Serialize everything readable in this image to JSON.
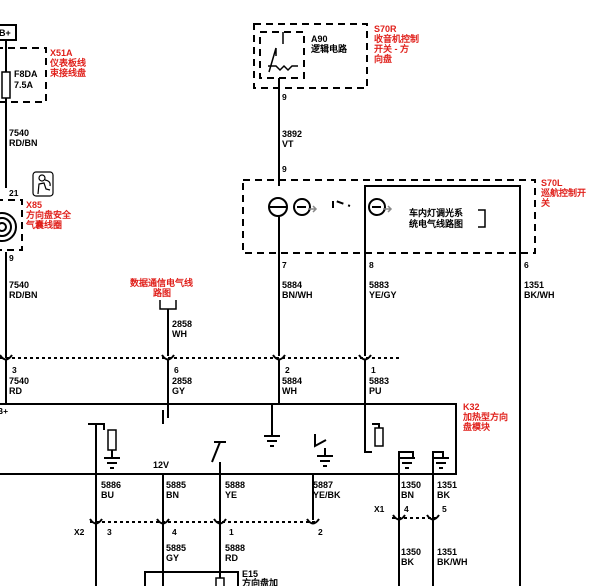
{
  "components": {
    "a90": {
      "id": "A90",
      "name": "逻辑电路"
    },
    "s70r": {
      "code": "S70R",
      "line1": "收音机控制",
      "line2": "开关 - 方",
      "line3": "向盘"
    },
    "x51a": {
      "code": "X51A",
      "line1": "仪表板线",
      "line2": "束接线盘"
    },
    "fuse": {
      "name": "F8DA",
      "rating": "7.5A"
    },
    "x85": {
      "code": "X85",
      "line1": "方向盘安全",
      "line2": "气囊线圈"
    },
    "s70l": {
      "code": "S70L",
      "line1": "巡航控制开",
      "line2": "关"
    },
    "dimmer": {
      "line1": "车内灯调光系",
      "line2": "统电气线路图"
    },
    "data_comm": {
      "line1": "数据通信电气线",
      "line2": "路图"
    },
    "k32": {
      "code": "K32",
      "line1": "加热型方向",
      "line2": "盘模块"
    },
    "e15": {
      "code": "E15",
      "line1": "方向盘加"
    }
  },
  "labels": {
    "b_plus_top": "B+",
    "b_plus_mid": "B+",
    "v12": "12V",
    "x1": "X1",
    "x2": "X2"
  },
  "pins": {
    "p9_a90": "9",
    "p9_s70l": "9",
    "p21": "21",
    "p9_x85": "9",
    "p7": "7",
    "p8": "8",
    "p6_s70l": "6",
    "p3": "3",
    "p6": "6",
    "p2": "2",
    "p1": "1",
    "x2_3": "3",
    "x2_4": "4",
    "x2_1": "1",
    "x2_2": "2",
    "x1_4": "4",
    "x1_5": "5"
  },
  "wires": {
    "w7540_top": {
      "num": "7540",
      "color": "RD/BN"
    },
    "w7540_mid": {
      "num": "7540",
      "color": "RD/BN"
    },
    "w3892": {
      "num": "3892",
      "color": "VT"
    },
    "w2858_top": {
      "num": "2858",
      "color": "WH"
    },
    "w5884_top": {
      "num": "5884",
      "color": "BN/WH"
    },
    "w5883_top": {
      "num": "5883",
      "color": "YE/GY"
    },
    "w1351_top": {
      "num": "1351",
      "color": "BK/WH"
    },
    "w7540_low": {
      "num": "7540",
      "color": "RD"
    },
    "w2858_low": {
      "num": "2858",
      "color": "GY"
    },
    "w5884_low": {
      "num": "5884",
      "color": "WH"
    },
    "w5883_low": {
      "num": "5883",
      "color": "PU"
    },
    "w5886": {
      "num": "5886",
      "color": "BU"
    },
    "w5885_a": {
      "num": "5885",
      "color": "BN"
    },
    "w5888_a": {
      "num": "5888",
      "color": "YE"
    },
    "w5887": {
      "num": "5887",
      "color": "YE/BK"
    },
    "w1350_a": {
      "num": "1350",
      "color": "BN"
    },
    "w1351_a": {
      "num": "1351",
      "color": "BK"
    },
    "w5885_b": {
      "num": "5885",
      "color": "GY"
    },
    "w5888_b": {
      "num": "5888",
      "color": "RD"
    },
    "w1350_b": {
      "num": "1350",
      "color": "BK"
    },
    "w1351_b": {
      "num": "1351",
      "color": "BK/WH"
    }
  },
  "colors": {
    "wire": "#000000",
    "component_label": "#e0201b",
    "watermark": "#c8c8c8"
  }
}
